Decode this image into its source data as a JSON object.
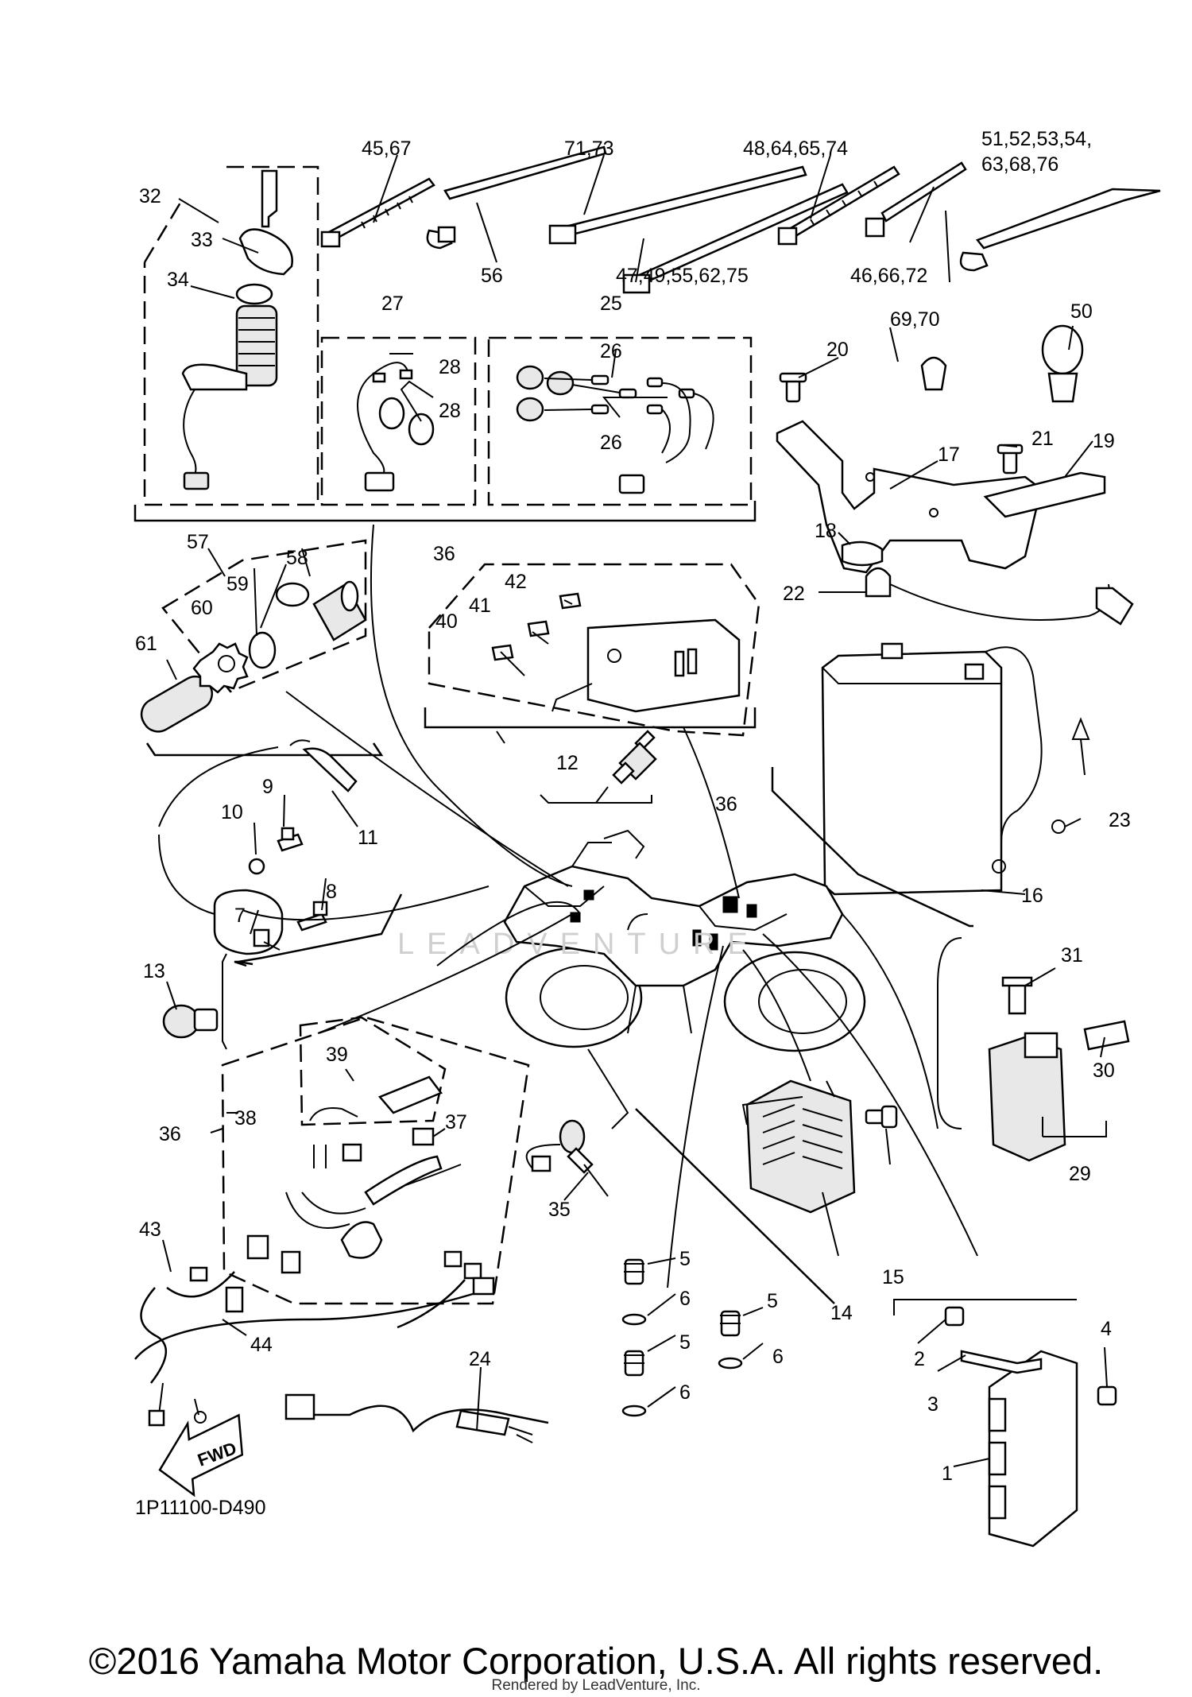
{
  "labels": {
    "p1": "1",
    "p2": "2",
    "p3": "3",
    "p4": "4",
    "p5a": "5",
    "p5b": "5",
    "p5c": "5",
    "p6a": "6",
    "p6b": "6",
    "p6c": "6",
    "p7": "7",
    "p8": "8",
    "p9": "9",
    "p10": "10",
    "p11": "11",
    "p12": "12",
    "p13": "13",
    "p14": "14",
    "p15": "15",
    "p16": "16",
    "p17": "17",
    "p18": "18",
    "p19": "19",
    "p20": "20",
    "p21": "21",
    "p22": "22",
    "p23": "23",
    "p24": "24",
    "p25": "25",
    "p26a": "26",
    "p26b": "26",
    "p27": "27",
    "p28a": "28",
    "p28b": "28",
    "p29": "29",
    "p30": "30",
    "p31": "31",
    "p32": "32",
    "p33": "33",
    "p34": "34",
    "p35": "35",
    "p36a": "36",
    "p36b": "36",
    "p36c": "36",
    "p37": "37",
    "p38": "38",
    "p39": "39",
    "p40": "40",
    "p41": "41",
    "p42": "42",
    "p43": "43",
    "p44": "44",
    "p50": "50",
    "p56": "56",
    "p57": "57",
    "p58": "58",
    "p59": "59",
    "p60": "60",
    "p61": "61",
    "g4567": "45,67",
    "g7173": "71,73",
    "g48": "48,64,65,74",
    "g51a": "51,52,53,54,",
    "g51b": "63,68,76",
    "g47": "47,49,55,62,75",
    "g46": "46,66,72",
    "g6970": "69,70"
  },
  "diagram_code": "1P11100-D490",
  "fwd_label": "FWD",
  "watermark": "LEADVENTURE",
  "copyright": "©2016 Yamaha Motor Corporation, U.S.A. All rights reserved.",
  "rendered_by": "Rendered by LeadVenture, Inc."
}
